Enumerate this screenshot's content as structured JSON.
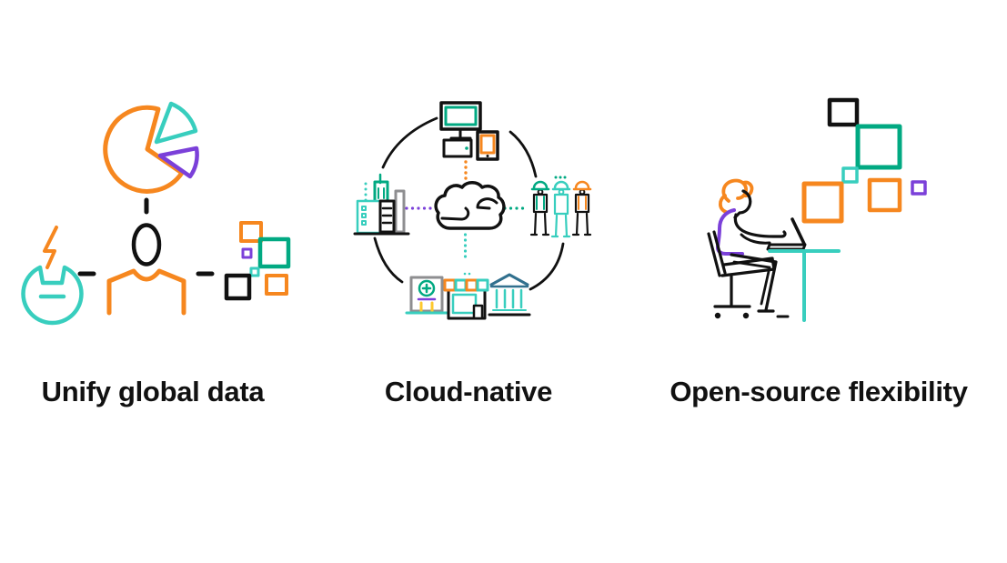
{
  "features": [
    {
      "label": "Unify global data",
      "illustration": "person-with-pie-chart-lightbulb-and-data-squares"
    },
    {
      "label": "Cloud-native",
      "illustration": "cloud-connected-to-devices-buildings-and-people"
    },
    {
      "label": "Open-source flexibility",
      "illustration": "woman-at-desk-with-floating-squares"
    }
  ],
  "colors": {
    "orange": "#F6871F",
    "teal": "#38CEBE",
    "green": "#01A982",
    "purple": "#7B40D9",
    "ink": "#111111",
    "gray": "#8E8E90",
    "slate": "#31708E",
    "yellow": "#FDC82F",
    "background": "#FFFFFF"
  }
}
